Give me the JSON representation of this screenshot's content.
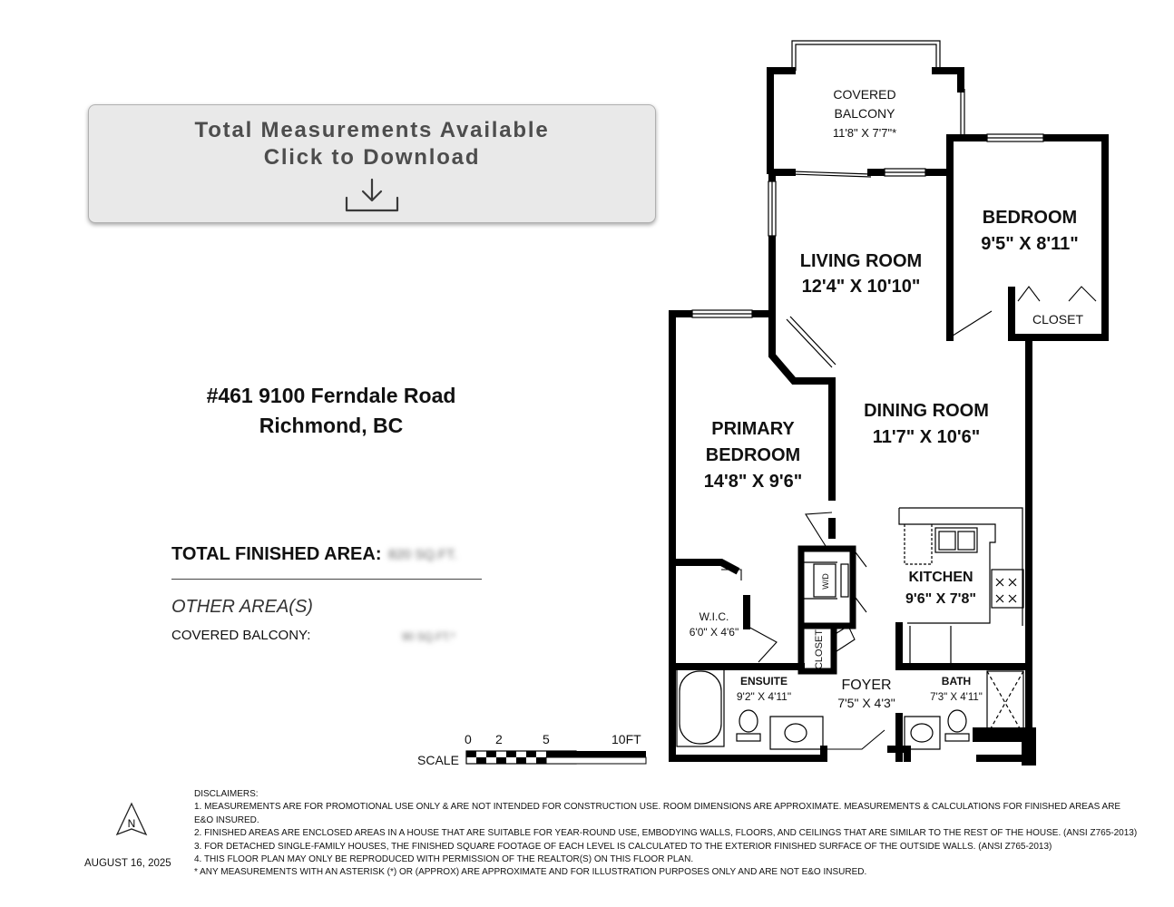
{
  "download": {
    "line1": "Total Measurements Available",
    "line2": "Click to Download",
    "icon": "download-icon"
  },
  "address": {
    "line1": "#461 9100 Ferndale Road",
    "line2": "Richmond, BC"
  },
  "areas": {
    "total_label": "TOTAL FINISHED AREA:",
    "total_value": "820 SQ.FT.",
    "other_label": "OTHER AREA(S)",
    "covered_balcony_label": "COVERED BALCONY:",
    "covered_balcony_value": "90 SQ.FT.*"
  },
  "rooms": {
    "balcony_name1": "COVERED",
    "balcony_name2": "BALCONY",
    "balcony_dim": "11'8\" X 7'7\"*",
    "bedroom_name": "BEDROOM",
    "bedroom_dim": "9'5\" X 8'11\"",
    "closet_bed": "CLOSET",
    "living_name": "LIVING ROOM",
    "living_dim": "12'4\" X 10'10\"",
    "dining_name": "DINING ROOM",
    "dining_dim": "11'7\" X 10'6\"",
    "primary_name1": "PRIMARY",
    "primary_name2": "BEDROOM",
    "primary_dim": "14'8\" X 9'6\"",
    "kitchen_name": "KITCHEN",
    "kitchen_dim": "9'6\" X 7'8\"",
    "wd": "W/D",
    "closet_foyer": "CLOSET",
    "wic_name": "W.I.C.",
    "wic_dim": "6'0\" X 4'6\"",
    "ensuite_name": "ENSUITE",
    "ensuite_dim": "9'2\" X 4'11\"",
    "foyer_name": "FOYER",
    "foyer_dim": "7'5\" X 4'3\"",
    "bath_name": "BATH",
    "bath_dim": "7'3\" X 4'11\""
  },
  "scale": {
    "label": "SCALE",
    "t0": "0",
    "t2": "2",
    "t5": "5",
    "t10": "10FT"
  },
  "disclaimers": {
    "title": "DISCLAIMERS:",
    "l1": "1. MEASUREMENTS ARE FOR PROMOTIONAL USE ONLY & ARE NOT INTENDED FOR CONSTRUCTION USE. ROOM DIMENSIONS ARE APPROXIMATE. MEASUREMENTS & CALCULATIONS FOR FINISHED AREAS ARE",
    "l1b": "E&O INSURED.",
    "l2": "2. FINISHED AREAS ARE ENCLOSED AREAS IN A HOUSE THAT ARE SUITABLE FOR YEAR-ROUND USE, EMBODYING WALLS, FLOORS, AND CEILINGS THAT ARE SIMILAR TO THE REST OF THE HOUSE. (ANSI Z765-2013)",
    "l3": "3. FOR DETACHED SINGLE-FAMILY HOUSES, THE FINISHED SQUARE FOOTAGE OF EACH LEVEL IS CALCULATED TO THE EXTERIOR FINISHED SURFACE OF THE OUTSIDE WALLS. (ANSI Z765-2013)",
    "l4": "4. THIS FLOOR PLAN MAY ONLY BE REPRODUCED WITH PERMISSION OF THE REALTOR(S) ON THIS FLOOR PLAN.",
    "l5": "* ANY MEASUREMENTS WITH AN ASTERISK (*) OR (APPROX) ARE APPROXIMATE AND FOR ILLUSTRATION PURPOSES ONLY AND ARE NOT E&O INSURED."
  },
  "date": "AUGUST 16, 2025",
  "north": {
    "letter": "N",
    "icon": "north-arrow-icon"
  }
}
